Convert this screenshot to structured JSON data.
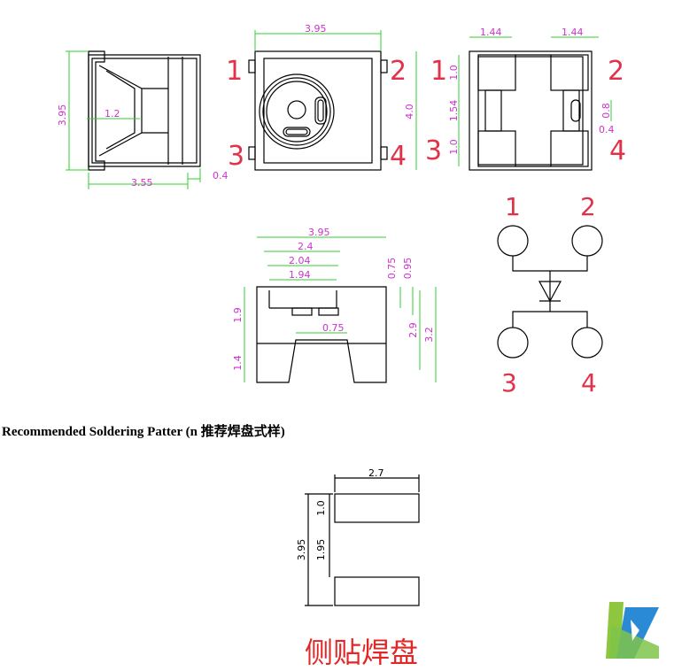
{
  "views": {
    "side": {
      "width": "3.95",
      "inner": "1.2",
      "length": "3.55",
      "gap": "0.4"
    },
    "top": {
      "width": "3.95",
      "height": "4.0"
    },
    "pin_labels": [
      "1",
      "2",
      "3",
      "4"
    ],
    "bottom": {
      "pad_w1": "1.44",
      "pad_w2": "1.44",
      "h1": "1.0",
      "h2": "1.54",
      "h3": "1.0",
      "slot_h": "0.8",
      "slot_w": "0.4"
    },
    "front": {
      "w": "3.95",
      "w2": "2.4",
      "w3": "2.04",
      "w4": "1.94",
      "h1": "0.75",
      "h2": "0.95",
      "h3": "1.9",
      "h4": "1.4",
      "h5": "2.9",
      "h6": "3.2",
      "pad": "0.75"
    }
  },
  "heading": "Recommended Soldering Patter (n 推荐焊盘式样)",
  "pattern": {
    "pad_len": "2.7",
    "pad_h": "1.0",
    "gap": "1.95",
    "total": "3.95"
  },
  "caption": "侧贴焊盘"
}
